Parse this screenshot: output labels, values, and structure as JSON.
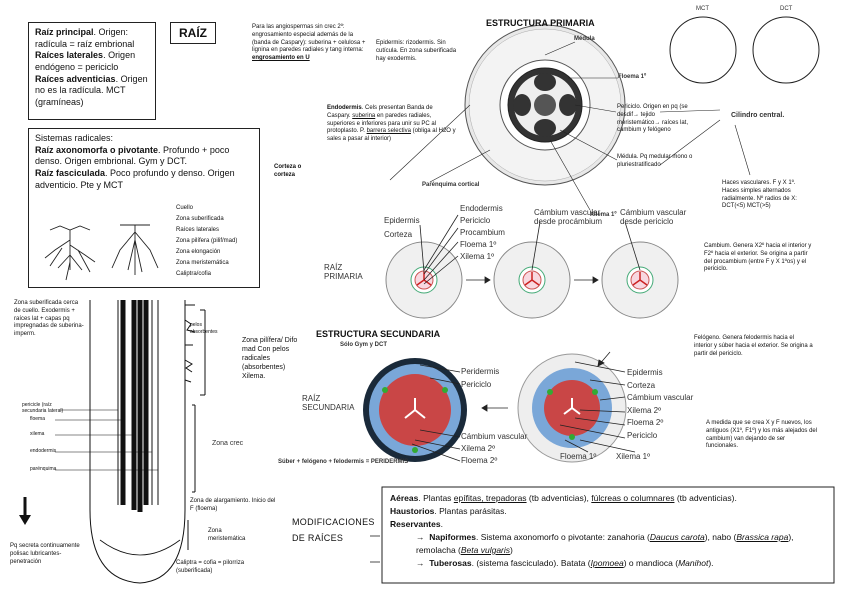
{
  "raiz_title": "RAÍZ",
  "box1": {
    "p1_bold": "Raíz principal",
    "p1_rest": ". Origen: radícula = raíz embrional",
    "p2_bold": "Raíces laterales",
    "p2_rest": ". Origen endógeno = periciclo",
    "p3_bold": "Raíces adventicias",
    "p3_rest": ". Origen no es la radícula. MCT (gramíneas)"
  },
  "box2": {
    "heading": "Sistemas radicales:",
    "a_bold": "Raíz axonomorfa o pivotante",
    "a_rest": ". Profundo + poco denso. Origen embrional. Gym y DCT.",
    "b_bold": "Raíz fasciculada",
    "b_rest": ". Poco profundo y denso. Origen adventicio. Pte y MCT",
    "zones": [
      "Cuello",
      "Zona suberificada",
      "Raíces laterales",
      "Zona pilífera (pilif/mad)",
      "Zona elongación",
      "Zona meristemática",
      "Caliptra/cofia"
    ]
  },
  "angio_note": "Para las angiospermas sin crec 2º: engrosamiento especial además de la (banda de Caspary): suberina + celulosa + lignina en paredes radiales y tang interna:",
  "angio_link": "engrosamiento en U",
  "epidermis_note": "Epidermis: rizodermis. Sin cutícula. En zona suberificada hay exodermis.",
  "endodermis_note_a": "Endodermis",
  "endodermis_note_b": ". Cels presentan Banda de Caspary. ",
  "endodermis_note_c": "suberina",
  "endodermis_note_d": " en paredes radiales, superiores e inferiores para unir su PC al protoplasto. P. ",
  "endodermis_note_e": "barrera selectiva",
  "endodermis_note_f": " (obliga al H2O y sales a pasar al interior)",
  "corteza_label": "Corteza o corteza",
  "parenquima_label": "Parénquima cortical",
  "estructura_primaria": "ESTRUCTURA PRIMARIA",
  "medula_label": "Médula",
  "floema_label": "Floema 1º",
  "xilema_label": "Xilema 1º",
  "periciclo_note": "Periciclo. Origen en pq (se desdif→ tejido meristemático→ raíces lat, cambium y felógeno",
  "medula_note": "Médula. Pq medular mono o pluriestratificado",
  "cilindro_label": "Cilindro central.",
  "haces_note": "Haces vasculares. F y X 1º. Haces simples alternados radialmente. Nº radios de X: DCT(<5) MCT(>5)",
  "mct": "MCT",
  "dct": "DCT",
  "primaria_labels": [
    "Endodermis",
    "Periciclo",
    "Procambium",
    "Floema 1º",
    "Xilema 1º"
  ],
  "epidermis_lbl": "Epidermis",
  "corteza_lbl": "Corteza",
  "cambium_proc": "Cámbium vascular desde procámbium",
  "cambium_peri": "Cámbium vascular desde periciclo",
  "raiz_primaria": "RAÍZ PRIMARIA",
  "cambium_note": "Cambium. Genera X2º hacia el interior y F2º hacia el exterior. Se origina a partir del procambium (entre F y X 1ºos) y el periciclo.",
  "estructura_secundaria": "ESTRUCTURA SECUNDARIA",
  "solo": "Sólo Gym y DCT",
  "sec_left_labels": [
    "Peridermis",
    "Periciclo"
  ],
  "sec_left_bottom": [
    "Cámbium vascular",
    "Xilema 2º",
    "Floema 2º"
  ],
  "raiz_secundaria": "RAÍZ SECUNDARIA",
  "suber": "Súber + felógeno + felodermis = PERIDERMIS",
  "felogeno_note": "Felógeno. Genera felodermis hacia el interior y súber hacia el exterior. Se origina a partir del periciclo.",
  "sec_right_labels": [
    "Epidermis",
    "Corteza",
    "Cámbium vascular",
    "Xilema 2º",
    "Floema 2º",
    "Periciclo"
  ],
  "sec_right_bottom": [
    "Floema 1º",
    "Xilema 1º"
  ],
  "medida_note": "A medida que se crea X y F nuevos, los antiguos (X1º, F1º) y los más alejados del cambium) van dejando de ser funcionales.",
  "long": {
    "zona_sub": "Zona suberificada cerca de cuello. Exodermis + raíces lat + capas pq impregnadas de suberina- imperm.",
    "pelos": "pelos absorbentes",
    "zona_pilifera": "Zona pilífera/ Difo mad Con pelos radicales (absorbentes) Xilema.",
    "left_labels": [
      "pericicle (raíz secundaria lateral)",
      "floema",
      "xilema",
      "endodermis",
      "parénquima"
    ],
    "zona_crec": "Zona crec",
    "zona_alarg": "Zona de alargamiento. Inicio del F (floema)",
    "zona_mer": "Zona meristemática",
    "caliptra": "Caliptra = cofia = pilorriza (suberificada)",
    "pq_secreta": "Pq secreta continuamente polisac lubricantes- penetración"
  },
  "mod_title": "MODIFICACIONES DE RAÍCES",
  "mod": {
    "aereas_b": "Aéreas",
    "aereas_1": ". Plantas ",
    "aereas_2": "epífitas, trepadoras",
    "aereas_3": " (tb adventicias), ",
    "aereas_4": "fúlcreas o columnares",
    "aereas_5": " (tb adventicias).",
    "haust_b": "Haustorios",
    "haust_r": ". Plantas parásitas.",
    "reserv_b": "Reservantes",
    "arrow": "→",
    "napi_b": "Napiformes",
    "napi_1": ". Sistema axonomorfo o pivotante: zanahoria (",
    "napi_2": "Daucus carota",
    "napi_3": "), nabo (",
    "napi_4": "Brassica rapa",
    "napi_5": "), remolacha (",
    "napi_6": "Beta vulgaris",
    "napi_7": ")",
    "tub_b": "Tuberosas",
    "tub_1": ". (sistema fasciculado). Batata (",
    "tub_2": "Ipomoea",
    "tub_3": ") o mandioca (",
    "tub_4": "Manihot",
    "tub_5": ")."
  }
}
